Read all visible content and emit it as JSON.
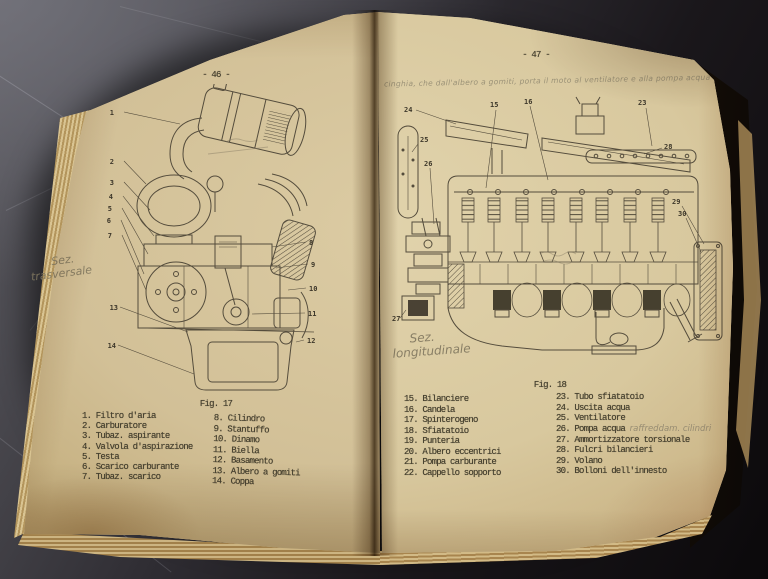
{
  "palette": {
    "paper": "#d9c9a1",
    "typewriter_ink": "#45402f",
    "figure_ink": "#544c3c",
    "pencil": "#8d8470",
    "table_light": "#56555b",
    "table_dark": "#0e0b0d"
  },
  "left_page": {
    "page_number": "- 46 -",
    "figure_caption": "Fig. 17",
    "handwritten_line1": "Sez.",
    "handwritten_line2": "trasversale",
    "legend_left": [
      "1. Filtro d'aria",
      "2. Carburatore",
      "3. Tubaz. aspirante",
      "4. Valvola d'aspirazione",
      "5. Testa",
      "6. Scarico carburante",
      "7. Tubaz. scarico"
    ],
    "legend_right": [
      "8. Cilindro",
      "9. Stantuffo",
      "10. Dinamo",
      "11. Biella",
      "12. Basamento",
      "13. Albero a gomiti",
      "14. Coppa"
    ],
    "figure_labels": [
      "1",
      "2",
      "3",
      "4",
      "5",
      "6",
      "7",
      "8",
      "9",
      "10",
      "11",
      "12",
      "13",
      "14"
    ]
  },
  "right_page": {
    "page_number": "- 47 -",
    "figure_caption": "Fig. 18",
    "handwritten_note_top": "cinghia, che dall'albero a gomiti, porta il moto al ventilatore e alla pompa acqua",
    "handwritten_line1": "Sez.",
    "handwritten_line2": "longitudinale",
    "handwritten_note_26": "raffreddam. cilindri",
    "legend_left": [
      "15. Bilanciere",
      "16. Candela",
      "17. Spinterogeno",
      "18. Sfiatatoio",
      "19. Punteria",
      "20. Albero eccentrici",
      "21. Pompa carburante",
      "22. Cappello sopporto"
    ],
    "legend_right": [
      "23. Tubo sfiatatoio",
      "24. Uscita acqua",
      "25. Ventilatore",
      "26. Pompa acqua",
      "27. Ammortizzatore torsionale",
      "28. Fulcri bilancieri",
      "29. Volano",
      "30. Bolloni dell'innesto"
    ],
    "figure_labels": [
      "24",
      "25",
      "26",
      "27",
      "28",
      "29",
      "30",
      "15",
      "16",
      "23"
    ]
  }
}
